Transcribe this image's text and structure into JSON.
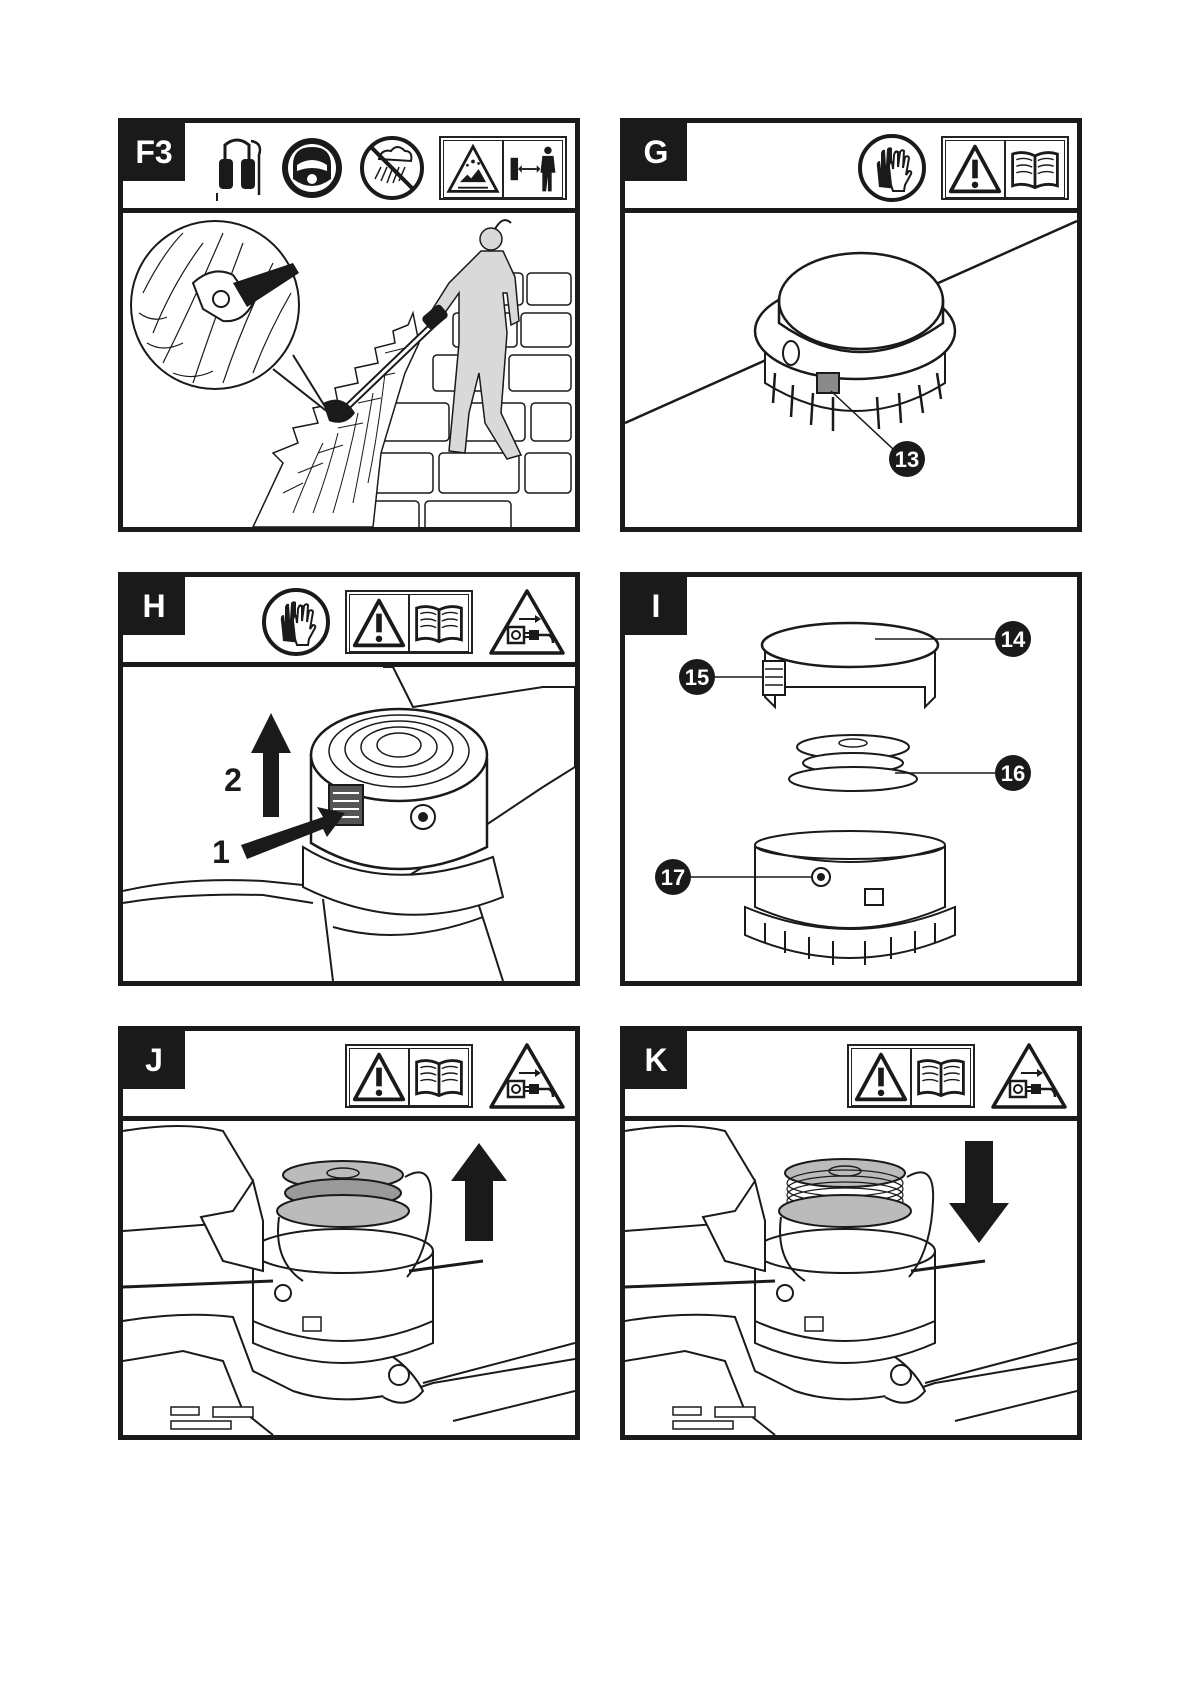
{
  "panels": {
    "f3": {
      "label": "F3"
    },
    "g": {
      "label": "G",
      "callouts": [
        "13"
      ]
    },
    "h": {
      "label": "H",
      "steps": [
        "1",
        "2"
      ]
    },
    "i": {
      "label": "I",
      "callouts": [
        "14",
        "15",
        "16",
        "17"
      ]
    },
    "j": {
      "label": "J"
    },
    "k": {
      "label": "K"
    }
  },
  "icons": {
    "f3": [
      "ear-protection-icon",
      "face-shield-icon",
      "no-rain-icon",
      "flying-debris-warning-icon",
      "keep-distance-icon"
    ],
    "g": [
      "gloves-icon",
      "warning-icon",
      "read-manual-icon"
    ],
    "h": [
      "gloves-icon",
      "warning-icon",
      "read-manual-icon",
      "unplug-warning-icon"
    ],
    "j": [
      "warning-icon",
      "read-manual-icon",
      "unplug-warning-icon"
    ],
    "k": [
      "warning-icon",
      "read-manual-icon",
      "unplug-warning-icon"
    ]
  },
  "colors": {
    "ink": "#1a1a1a",
    "paper": "#ffffff",
    "shade": "#d9d9d9"
  }
}
